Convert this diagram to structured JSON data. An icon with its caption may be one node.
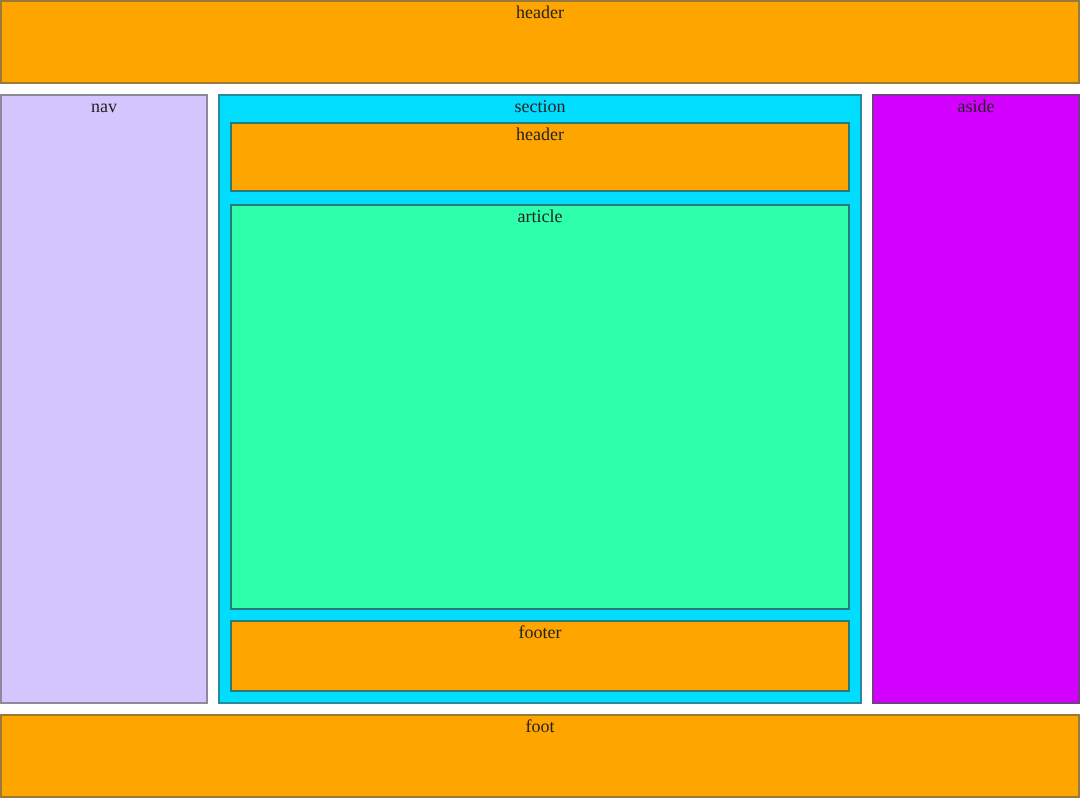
{
  "diagram": {
    "nodes": [
      {
        "text": [
          "header"
        ]
      },
      {
        "text": [
          "nav"
        ]
      },
      {
        "text": [
          "section"
        ]
      },
      {
        "text": [
          "header"
        ],
        "in": 2
      },
      {
        "text": [
          "article"
        ],
        "in": 2
      },
      {
        "text": [
          "footer"
        ],
        "in": 2
      },
      {
        "text": [
          "aside"
        ]
      },
      {
        "text": [
          "foot"
        ]
      }
    ]
  }
}
